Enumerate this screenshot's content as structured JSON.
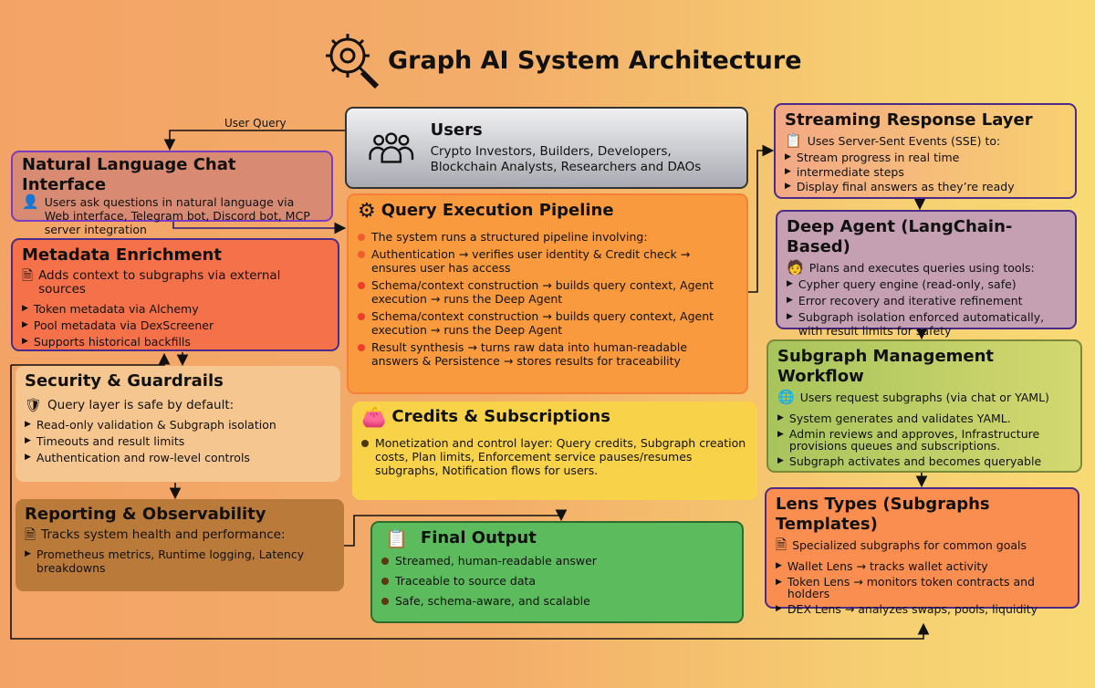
{
  "title": "Graph AI System Architecture",
  "edge_label": "User Query",
  "users": {
    "title": "Users",
    "text": "Crypto Investors, Builders, Developers, Blockchain Analysts, Researchers and DAOs"
  },
  "nl_chat": {
    "title": "Natural Language Chat Interface",
    "text": "Users ask questions in natural language via Web interface, Telegram bot, Discord bot, MCP server integration"
  },
  "metadata": {
    "title": "Metadata Enrichment",
    "intro": "Adds context to subgraphs via external sources",
    "items": [
      "Token metadata via Alchemy",
      "Pool metadata via DexScreener",
      "Supports historical backfills"
    ]
  },
  "security": {
    "title": "Security & Guardrails",
    "intro": "Query layer is safe by default:",
    "items": [
      "Read-only validation & Subgraph isolation",
      "Timeouts and result limits",
      "Authentication and row-level controls"
    ]
  },
  "reporting": {
    "title": "Reporting & Observability",
    "intro": "Tracks system health and performance:",
    "items": [
      "Prometheus metrics, Runtime logging, Latency breakdowns"
    ]
  },
  "pipeline": {
    "title": "Query Execution Pipeline",
    "items": [
      "The system runs a structured pipeline involving:",
      "Authentication → verifies user identity & Credit check → ensures user has access",
      "Schema/context construction → builds query context, Agent execution → runs the Deep Agent",
      "Schema/context construction → builds query context, Agent execution → runs the Deep Agent",
      "Result synthesis → turns raw data into human-readable answers & Persistence → stores results for traceability"
    ]
  },
  "credits": {
    "title": "Credits & Subscriptions",
    "items": [
      "Monetization and control layer: Query credits, Subgraph creation costs, Plan limits, Enforcement service pauses/resumes subgraphs, Notification flows for users."
    ]
  },
  "final": {
    "title": "Final Output",
    "items": [
      "Streamed, human-readable answer",
      "Traceable to source data",
      "Safe, schema-aware, and scalable"
    ]
  },
  "streaming": {
    "title": "Streaming Response Layer",
    "intro": "Uses Server-Sent Events (SSE) to:",
    "items": [
      "Stream progress in real time",
      " intermediate steps",
      "Display final answers as they’re ready"
    ]
  },
  "deep_agent": {
    "title": "Deep Agent (LangChain-Based)",
    "intro": "Plans and executes queries using tools:",
    "items": [
      "Cypher query engine (read-only, safe)",
      "Error recovery and iterative refinement",
      "Subgraph isolation enforced automatically, with result limits for safety"
    ]
  },
  "subgraph": {
    "title": "Subgraph Management Workflow",
    "intro": "Users request subgraphs (via chat or YAML)",
    "items": [
      "System generates and validates YAML.",
      "Admin reviews and approves, Infrastructure provisions queues and subscriptions.",
      "Subgraph activates and becomes queryable"
    ]
  },
  "lens": {
    "title": "Lens Types (Subgraphs Templates)",
    "intro": "Specialized subgraphs for common goals",
    "items": [
      "Wallet Lens → tracks wallet activity",
      "Token Lens → monitors token contracts and holders",
      "DEX Lens → analyzes swaps, pools, liquidity"
    ]
  },
  "colors": {
    "border": "#4b2a8a",
    "pipeline": "#f99a3e",
    "credits": "#f8d34a",
    "final": "#5cbb5c",
    "metadata": "#f5714a",
    "lens": "#f98e50"
  }
}
